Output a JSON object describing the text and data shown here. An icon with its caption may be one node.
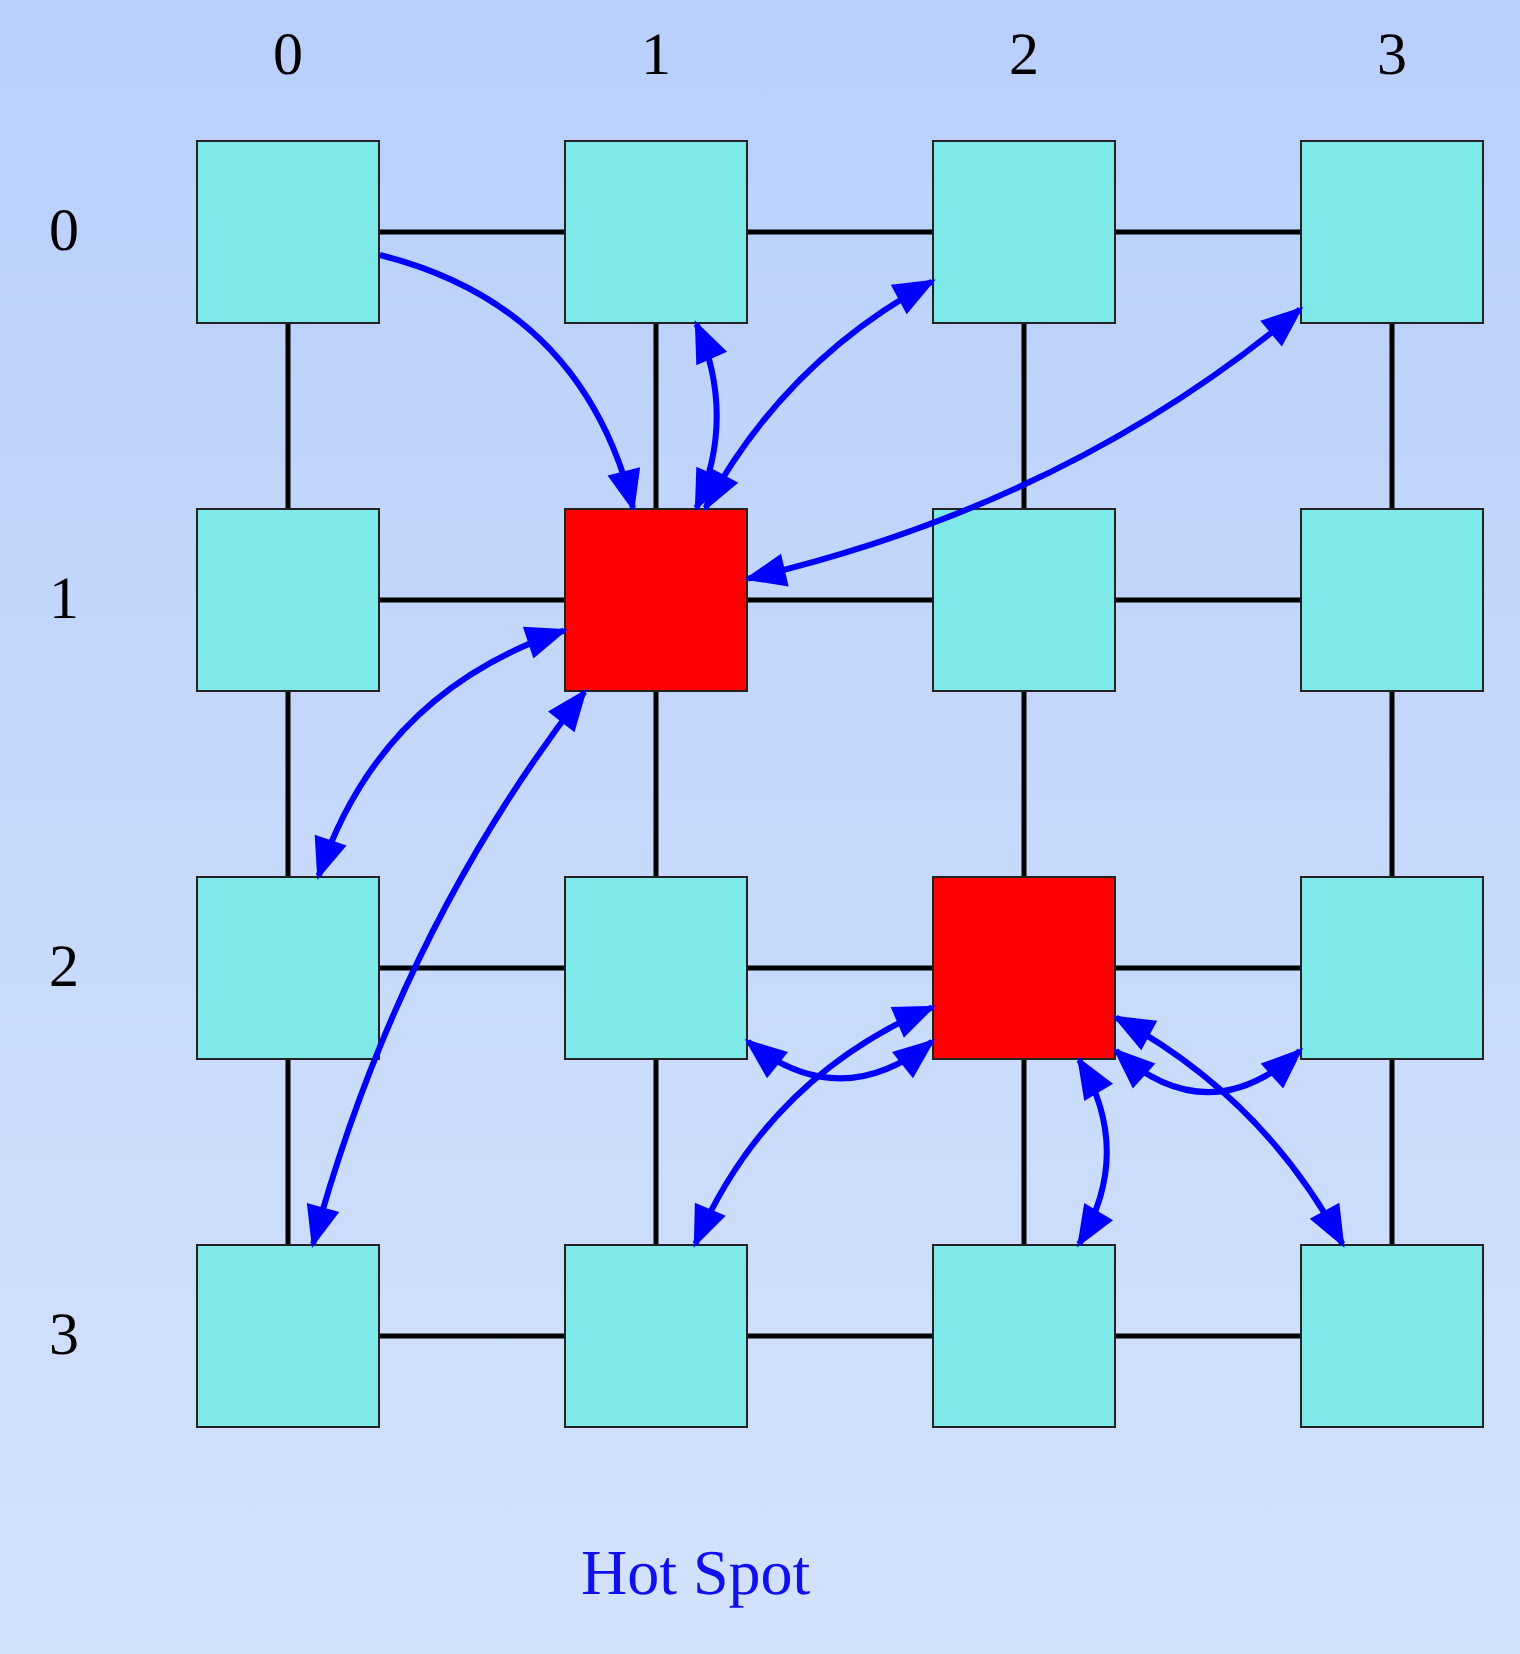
{
  "diagram": {
    "caption": "Hot Spot",
    "nodes": [
      {
        "text": [],
        "shape": "box"
      },
      {
        "text": [],
        "shape": "box"
      },
      {
        "text": [],
        "shape": "box"
      },
      {
        "text": [],
        "shape": "box"
      },
      {
        "text": [],
        "shape": "box"
      },
      {
        "text": [],
        "shape": "box"
      },
      {
        "text": [],
        "shape": "box"
      },
      {
        "text": [],
        "shape": "box"
      },
      {
        "text": [],
        "shape": "box"
      },
      {
        "text": [],
        "shape": "box"
      },
      {
        "text": [],
        "shape": "box"
      },
      {
        "text": [],
        "shape": "box"
      },
      {
        "text": [],
        "shape": "box"
      },
      {
        "text": [],
        "shape": "box"
      },
      {
        "text": [],
        "shape": "box"
      },
      {
        "text": [],
        "shape": "box"
      }
    ],
    "edges": [
      {
        "from": 0,
        "to": 1,
        "arrow": "none"
      },
      {
        "from": 1,
        "to": 2,
        "arrow": "none"
      },
      {
        "from": 2,
        "to": 3,
        "arrow": "none"
      },
      {
        "from": 4,
        "to": 5,
        "arrow": "none"
      },
      {
        "from": 5,
        "to": 6,
        "arrow": "none"
      },
      {
        "from": 6,
        "to": 7,
        "arrow": "none"
      },
      {
        "from": 8,
        "to": 9,
        "arrow": "none"
      },
      {
        "from": 9,
        "to": 10,
        "arrow": "none"
      },
      {
        "from": 10,
        "to": 11,
        "arrow": "none"
      },
      {
        "from": 12,
        "to": 13,
        "arrow": "none"
      },
      {
        "from": 13,
        "to": 14,
        "arrow": "none"
      },
      {
        "from": 14,
        "to": 15,
        "arrow": "none"
      },
      {
        "from": 0,
        "to": 4,
        "arrow": "none"
      },
      {
        "from": 4,
        "to": 8,
        "arrow": "none"
      },
      {
        "from": 8,
        "to": 12,
        "arrow": "none"
      },
      {
        "from": 1,
        "to": 5,
        "arrow": "none"
      },
      {
        "from": 5,
        "to": 9,
        "arrow": "none"
      },
      {
        "from": 9,
        "to": 13,
        "arrow": "none"
      },
      {
        "from": 2,
        "to": 6,
        "arrow": "none"
      },
      {
        "from": 6,
        "to": 10,
        "arrow": "none"
      },
      {
        "from": 10,
        "to": 14,
        "arrow": "none"
      },
      {
        "from": 3,
        "to": 7,
        "arrow": "none"
      },
      {
        "from": 7,
        "to": 11,
        "arrow": "none"
      },
      {
        "from": 11,
        "to": 15,
        "arrow": "none"
      },
      {
        "from": 0,
        "to": 5,
        "arrow": "to",
        "color": "#0000ff"
      },
      {
        "from": 5,
        "to": 1,
        "arrow": "both",
        "color": "#0000ff"
      },
      {
        "from": 5,
        "to": 2,
        "arrow": "both",
        "color": "#0000ff"
      },
      {
        "from": 5,
        "to": 3,
        "arrow": "both",
        "color": "#0000ff"
      },
      {
        "from": 5,
        "to": 8,
        "arrow": "both",
        "color": "#0000ff"
      },
      {
        "from": 5,
        "to": 12,
        "arrow": "both",
        "color": "#0000ff"
      },
      {
        "from": 10,
        "to": 9,
        "arrow": "both",
        "color": "#0000ff"
      },
      {
        "from": 10,
        "to": 13,
        "arrow": "both",
        "color": "#0000ff"
      },
      {
        "from": 10,
        "to": 14,
        "arrow": "both",
        "color": "#0000ff"
      },
      {
        "from": 10,
        "to": 11,
        "arrow": "both",
        "color": "#0000ff"
      },
      {
        "from": 10,
        "to": 15,
        "arrow": "both",
        "color": "#0000ff"
      }
    ],
    "labels": [
      "0",
      "1",
      "2",
      "3",
      "0",
      "1",
      "2",
      "3"
    ]
  }
}
